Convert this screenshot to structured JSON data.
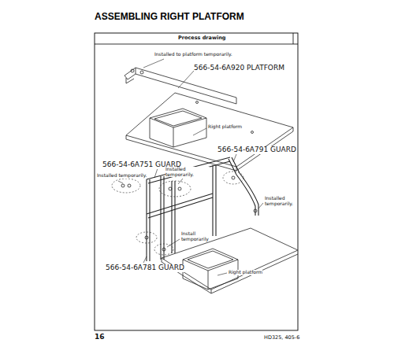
{
  "diagram": {
    "title": "ASSEMBLING RIGHT PLATFORM",
    "labels": [
      "Process drawing",
      "Installed to platform temporarily.",
      "566-54-6A920 PLATFORM",
      "Right platform",
      "566-54-6A791 GUARD",
      "566-54-6A751 GUARD",
      "Installed temporarily.",
      "Installed temporarily.",
      "Installed temporarily.",
      "Install temporarily",
      "566-54-6A781 GUARD",
      "Right platform",
      "16",
      "HD325, 405-6"
    ]
  }
}
